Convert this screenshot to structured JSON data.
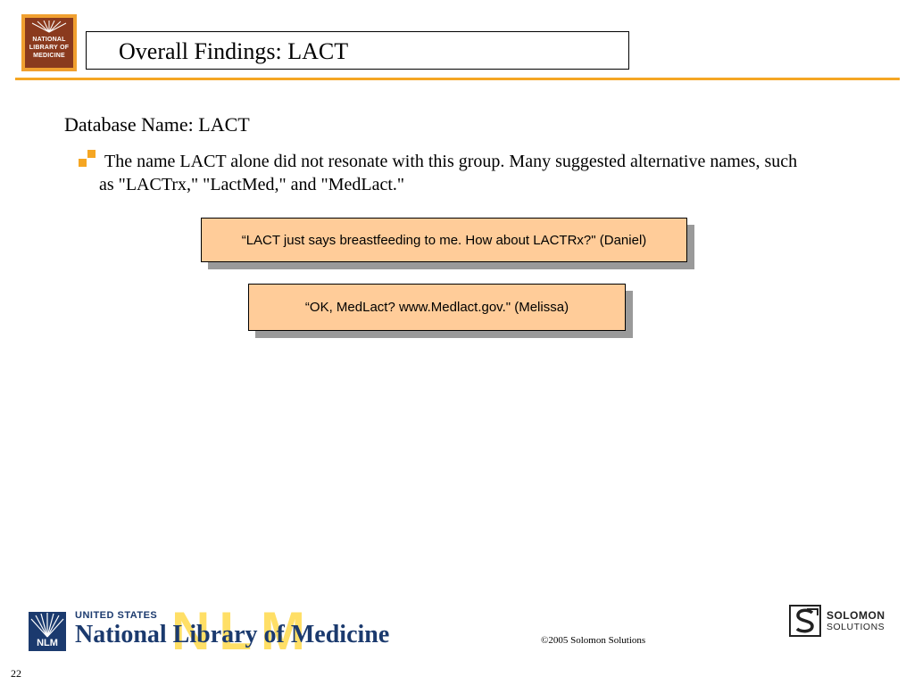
{
  "slide": {
    "title": "Overall Findings: LACT",
    "subtitle": "Database Name:  LACT",
    "bullet": "The name LACT alone did not resonate with this group.  Many suggested alternative names, such as \"LACTrx,\" \"LactMed,\" and \"MedLact.\"",
    "quotes": [
      "“LACT just says breastfeeding to me. How about LACTRx?\" (Daniel)",
      "“OK, MedLact? www.Medlact.gov.\" (Melissa)"
    ]
  },
  "header_logo": {
    "lines": [
      "NATIONAL",
      "LIBRARY OF",
      "MEDICINE"
    ]
  },
  "footer": {
    "nlm_logo": {
      "emblem_text": "NLM",
      "country": "UNITED STATES",
      "name": "National Library of Medicine",
      "watermark": "NLM"
    },
    "copyright": "©2005 Solomon Solutions",
    "page_number": "22",
    "solomon_logo": {
      "line1": "SOLOMON",
      "line2": "SOLUTIONS"
    }
  },
  "colors": {
    "accent": "#f5a623",
    "quote_fill": "#ffcc99",
    "nlm_blue": "#1b3a6e"
  }
}
